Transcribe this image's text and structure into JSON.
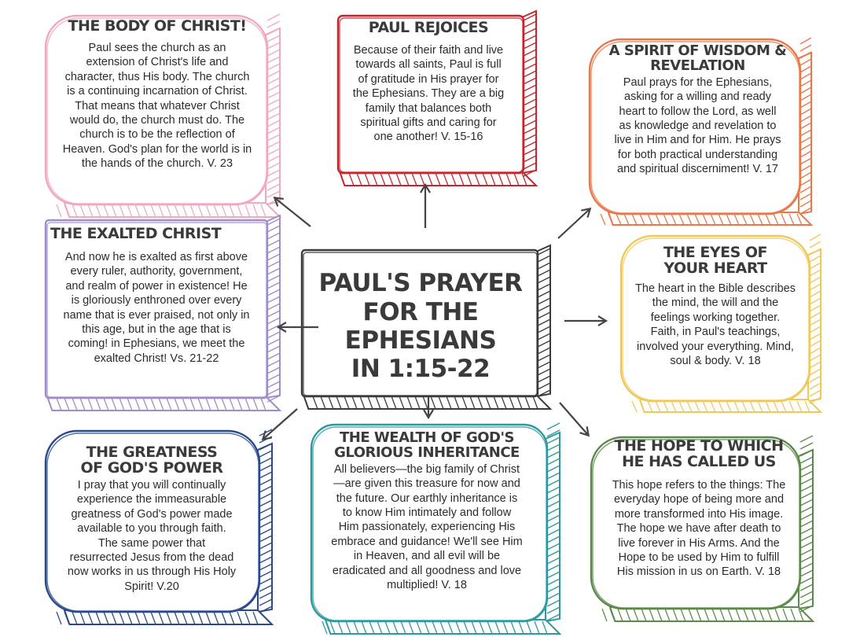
{
  "center": {
    "title": "PAUL'S PRAYER\nFOR THE\nEPHESIANS\nIN 1:15-22",
    "color": "#3a3a3a"
  },
  "panels": {
    "body_of_christ": {
      "title": "THE BODY OF CHRIST!",
      "text": "Paul sees the church as an\nextension of Christ's life and\ncharacter, thus His body. The church\nis a continuing incarnation of Christ.\nThat means that whatever Christ\nwould do, the church must do. The\nchurch is to be the reflection of\nHeaven. God's plan for the world is in\nthe hands of the church. V. 23",
      "color": "#f0a8c0"
    },
    "paul_rejoices": {
      "title": "PAUL REJOICES",
      "text": "Because of their faith and live\ntowards all saints, Paul is full\nof gratitude in His prayer for\nthe Ephesians. They are a big\nfamily that balances both\nspiritual gifts and caring for\none another! V. 15-16",
      "color": "#c8242c"
    },
    "wisdom": {
      "title": "A SPIRIT OF WISDOM &\nREVELATION",
      "text": "Paul prays for the Ephesians,\nasking for a willing and ready\nheart to follow the Lord, as well\nas knowledge and revelation to\nlive in Him and for Him. He prays\nfor both practical understanding\nand spiritual discerniment! V. 17",
      "color": "#e8784a"
    },
    "exalted": {
      "title": "THE EXALTED CHRIST",
      "text": "And now he is exalted as first above\nevery ruler, authority, government,\nand realm of power in existence! He\nis gloriously enthroned over every\nname that is ever praised, not only in\nthis age, but in the age that is\ncoming! in Ephesians, we meet the\nexalted Christ! Vs. 21-22",
      "color": "#a08cc8"
    },
    "eyes": {
      "title": "THE EYES OF\nYOUR HEART",
      "text": "The heart in the Bible describes\nthe mind, the will and the\nfeelings working together.\nFaith, in Paul's teachings,\ninvolved your everything. Mind,\nsoul & body. V. 18",
      "color": "#f0c85a"
    },
    "greatness": {
      "title": "THE GREATNESS\nOF GOD'S POWER",
      "text": "I pray that you will continually\nexperience the immeasurable\ngreatness of God's power made\navailable to you through faith.\nThe same power that\nresurrected Jesus from the dead\nnow works in us through His Holy\nSpirit! V.20",
      "color": "#284a8c"
    },
    "wealth": {
      "title": "THE WEALTH OF GOD'S\nGLORIOUS INHERITANCE",
      "text": "All believers—the big family of Christ\n—are given this treasure for now and\nthe future. Our earthly inheritance is\nto know Him intimately and follow\nHim passionately, experiencing His\nembrace and guidance! We'll see Him\nin Heaven, and all evil will be\neradicated and all goodness and love\nmultiplied! V. 18",
      "color": "#2a9aa0"
    },
    "hope": {
      "title": "THE HOPE TO WHICH\nHE HAS CALLED US",
      "text": "This hope refers to the things: The\neveryday hope of being more and\nmore transformed into His image.\nThe hope we have after death to\nlive forever in His Arms. And the\nHope to be used by Him to fulfill\nHis mission in us on Earth. V. 18",
      "color": "#5a8a4a"
    }
  }
}
